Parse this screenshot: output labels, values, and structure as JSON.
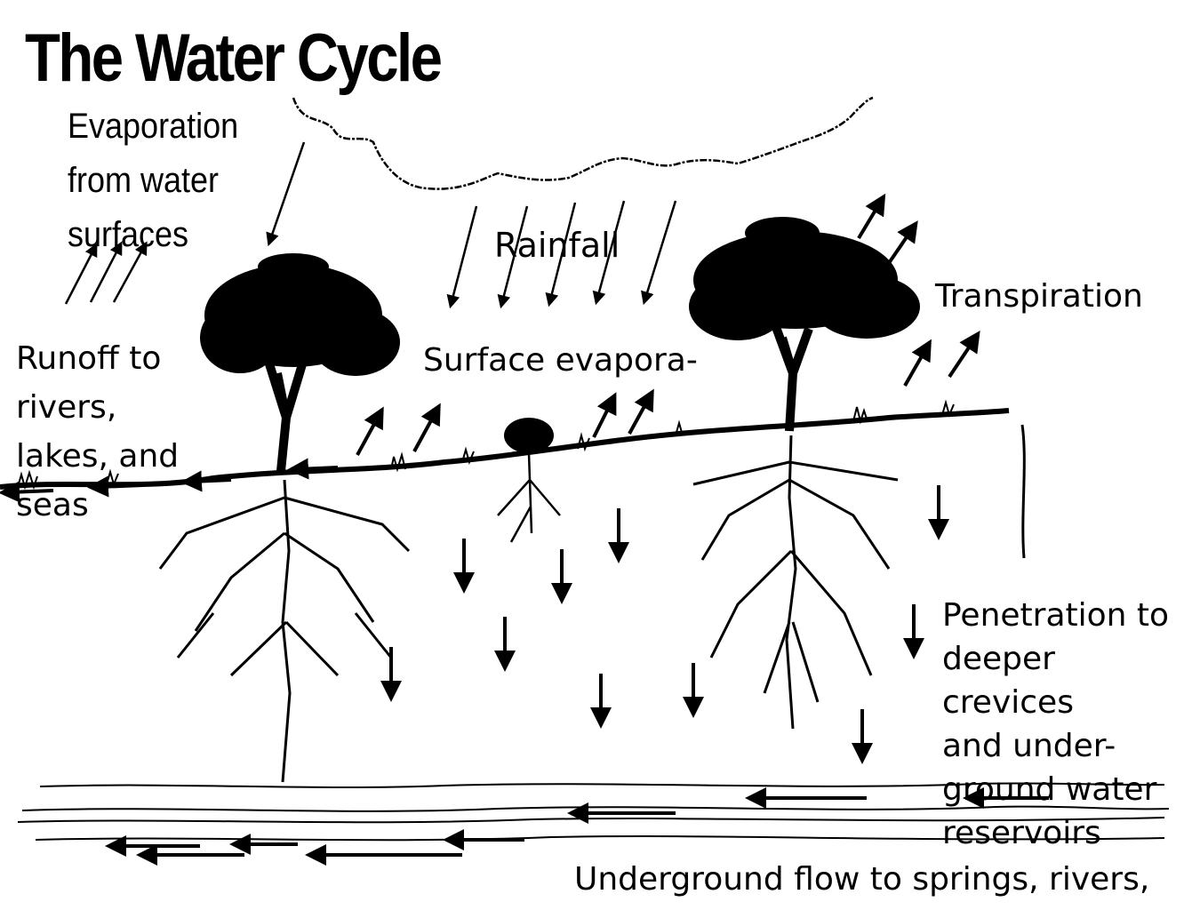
{
  "title": "The Water Cycle",
  "labels": {
    "evaporation": [
      "Evaporation",
      "from water",
      "surfaces"
    ],
    "rainfall": "Rainfall",
    "transpiration": "Transpiration",
    "runoff": [
      "Runoff to",
      "rivers,",
      "lakes, and",
      "seas"
    ],
    "surface_evaporation": "Surface evapora-",
    "penetration": [
      "Penetration to",
      "deeper crevices",
      "and under-",
      "ground water",
      "reservoirs"
    ],
    "underground_flow": "Underground flow to springs, rivers,"
  },
  "colors": {
    "ink": "#000000",
    "background": "#ffffff"
  }
}
